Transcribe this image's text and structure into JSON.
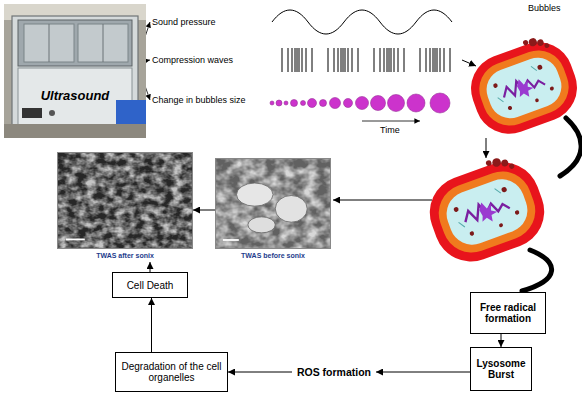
{
  "diagram": {
    "nodes": [
      {
        "text": [
          "Ultrasound"
        ]
      },
      {
        "text": [
          "TWAS after sonix"
        ]
      },
      {
        "text": [
          "TWAS before sonix"
        ]
      },
      {
        "text": [
          "Free radical formation"
        ]
      },
      {
        "text": [
          "Lysosome Burst"
        ]
      },
      {
        "text": [
          "ROS formation"
        ]
      },
      {
        "text": [
          "Degradation of the cell organelles"
        ]
      },
      {
        "text": [
          "Cell Death"
        ]
      }
    ],
    "edges": [
      {
        "from": 2,
        "to": 1,
        "arrow": "to"
      },
      {
        "from": 3,
        "to": 4,
        "arrow": "to"
      },
      {
        "from": 4,
        "to": 5,
        "arrow": "to"
      },
      {
        "from": 5,
        "to": 6,
        "arrow": "to"
      },
      {
        "from": 6,
        "to": 7,
        "arrow": "to"
      },
      {
        "from": 7,
        "to": 1,
        "arrow": "to"
      }
    ],
    "labels": [
      "Sound pressure",
      "Compression waves",
      "Change in bubbles size",
      "Time",
      "Bubbles"
    ]
  }
}
